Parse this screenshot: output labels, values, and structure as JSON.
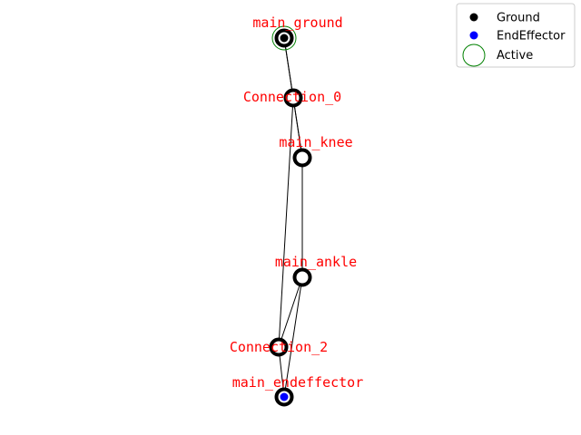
{
  "colors": {
    "label": "#ff0000",
    "edge": "#000000",
    "node_ring": "#000000",
    "node_fill": "#ffffff",
    "ground": "#000000",
    "endeffector": "#0000ff",
    "active": "#008000"
  },
  "nodes": [
    {
      "id": "main_ground",
      "label": "main_ground",
      "role": "ground",
      "active": true
    },
    {
      "id": "Connection_0",
      "label": "Connection_0",
      "role": "joint",
      "active": false
    },
    {
      "id": "main_knee",
      "label": "main_knee",
      "role": "joint",
      "active": false
    },
    {
      "id": "main_ankle",
      "label": "main_ankle",
      "role": "joint",
      "active": false
    },
    {
      "id": "Connection_2",
      "label": "Connection_2",
      "role": "joint",
      "active": false
    },
    {
      "id": "main_endeffector",
      "label": "main_endeffector",
      "role": "endeffector",
      "active": false
    }
  ],
  "edges": [
    [
      "main_ground",
      "Connection_0"
    ],
    [
      "main_ground",
      "main_knee"
    ],
    [
      "Connection_0",
      "main_knee"
    ],
    [
      "Connection_0",
      "Connection_2"
    ],
    [
      "main_knee",
      "main_ankle"
    ],
    [
      "main_ankle",
      "Connection_2"
    ],
    [
      "main_ankle",
      "main_endeffector"
    ],
    [
      "Connection_2",
      "main_endeffector"
    ]
  ],
  "legend": {
    "items": [
      {
        "label": "Ground",
        "marker": "ground-dot"
      },
      {
        "label": "EndEffector",
        "marker": "endeffector-dot"
      },
      {
        "label": "Active",
        "marker": "active-ring"
      }
    ]
  }
}
